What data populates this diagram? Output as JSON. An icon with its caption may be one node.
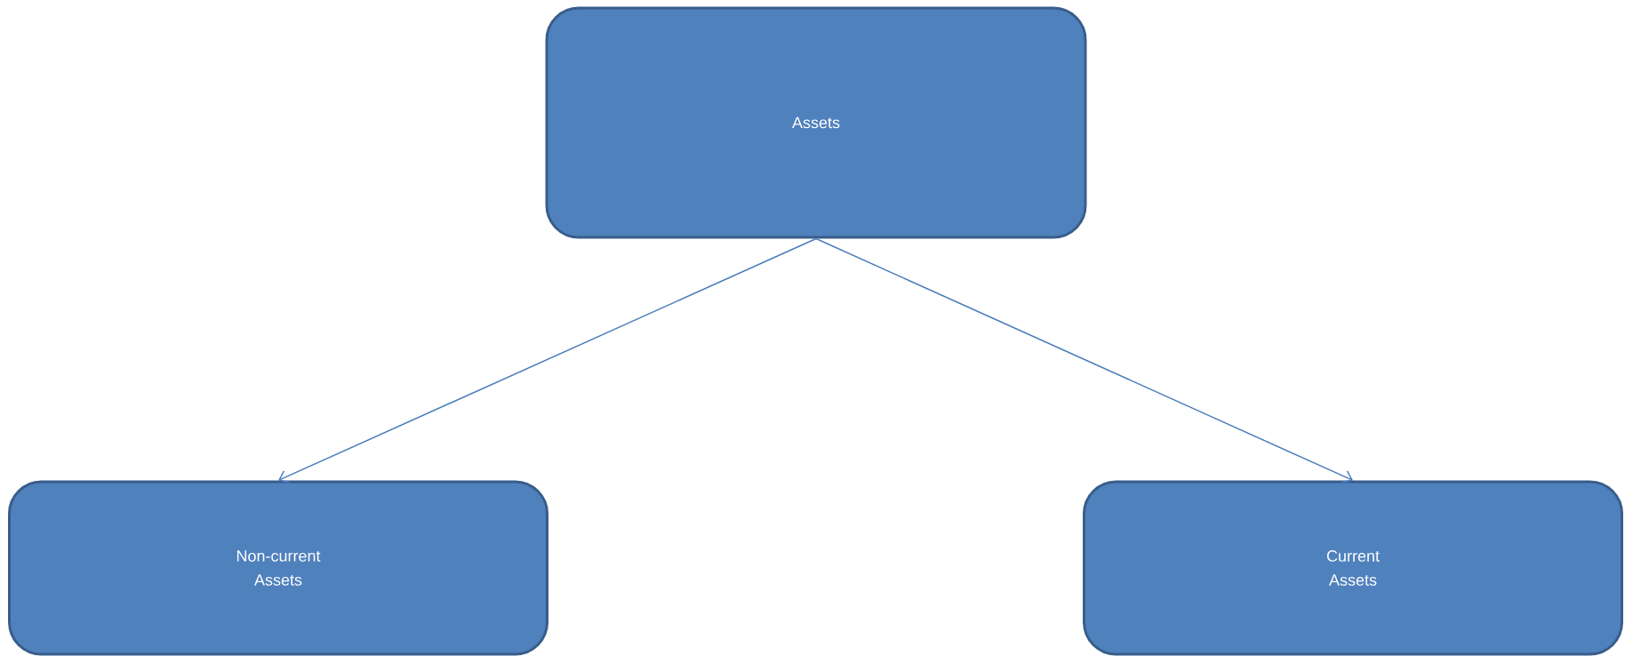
{
  "diagram": {
    "nodes": [
      {
        "text": [
          "Assets"
        ]
      },
      {
        "text": [
          "Non-current Assets"
        ]
      },
      {
        "text": [
          "Current Assets"
        ]
      }
    ],
    "edges": [
      {
        "from": 0,
        "to": 1,
        "arrow": "to"
      },
      {
        "from": 0,
        "to": 2,
        "arrow": "to"
      }
    ]
  }
}
